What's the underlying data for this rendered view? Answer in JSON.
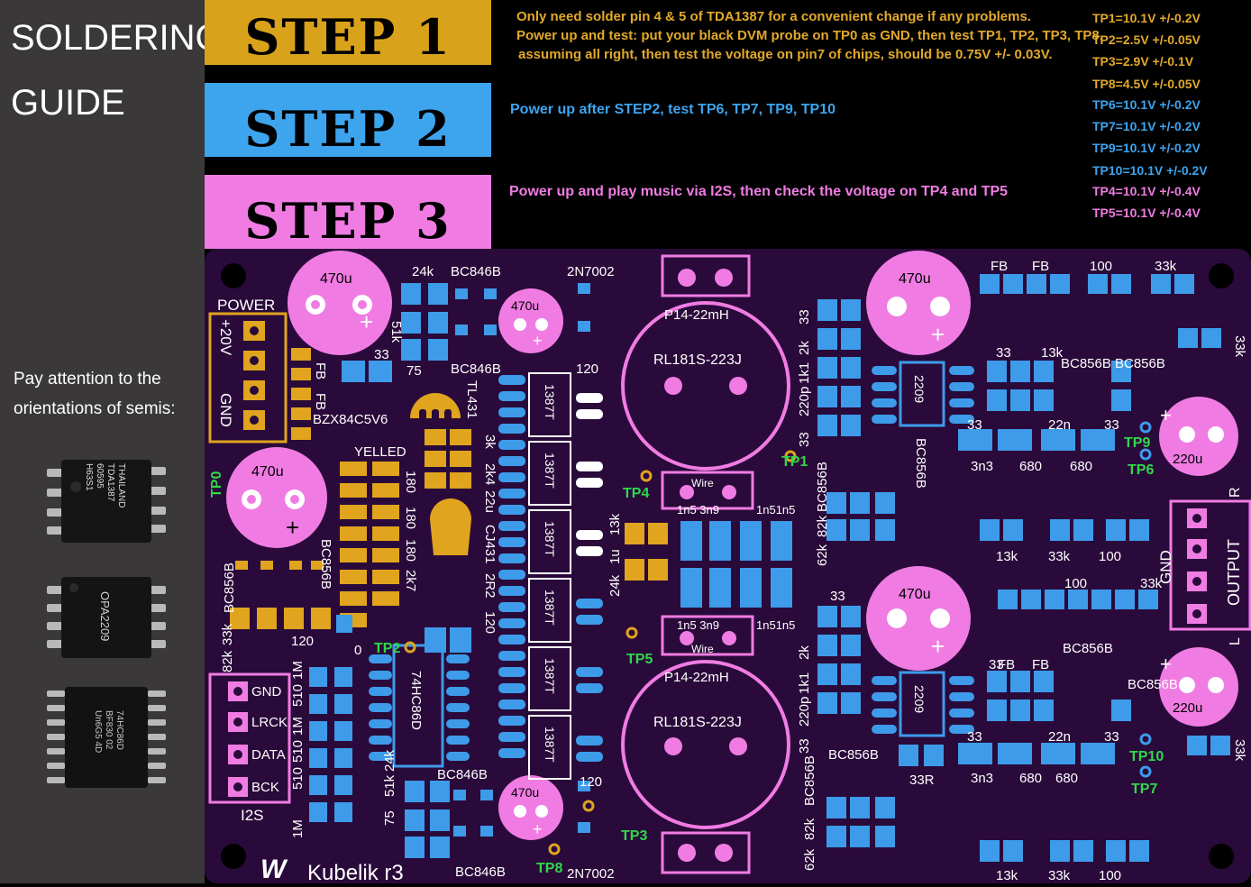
{
  "sidebar": {
    "title_line1": "SOLDERING",
    "title_line2": "GUIDE",
    "note_line1": "Pay attention to the",
    "note_line2": "orientations of semis:",
    "chips": [
      {
        "name": "TDA1387",
        "lines": [
          "THAILAND",
          "TDA1387",
          "60595",
          "H63S1"
        ]
      },
      {
        "name": "OPA2209",
        "lines": [
          "OPA2209"
        ]
      },
      {
        "name": "74HC86D",
        "lines": [
          "74HC86D",
          "BF830 02",
          "Un6G5 4D"
        ]
      }
    ]
  },
  "steps": [
    {
      "label": "STEP 1",
      "color": "#d9a21b",
      "note": [
        "Only need solder pin 4 & 5 of  TDA1387 for  a convenient  change if any problems.",
        "Power up and test:  put your black DVM probe on TP0  as GND, then test TP1, TP2, TP3, TP8,",
        "assuming all right, then test the voltage on pin7 of  chips, should be  0.75V +/- 0.03V."
      ],
      "note_color": "#e2a92a"
    },
    {
      "label": "STEP 2",
      "color": "#3da4ee",
      "note": [
        "Power up after STEP2,  test TP6, TP7, TP9, TP10"
      ],
      "note_color": "#3da4ee"
    },
    {
      "label": "STEP 3",
      "color": "#f07ce3",
      "note": [
        "Power up and play music via I2S, then check the voltage on TP4 and TP5"
      ],
      "note_color": "#f07ce3"
    }
  ],
  "tp_values": [
    {
      "text": "TP1=10.1V  +/-0.2V",
      "color": "#e2a92a"
    },
    {
      "text": "TP2=2.5V  +/-0.05V",
      "color": "#e2a92a"
    },
    {
      "text": "TP3=2.9V  +/-0.1V",
      "color": "#e2a92a"
    },
    {
      "text": "TP8=4.5V +/-0.05V",
      "color": "#e2a92a"
    },
    {
      "text": "TP6=10.1V +/-0.2V",
      "color": "#3da4ee"
    },
    {
      "text": "TP7=10.1V +/-0.2V",
      "color": "#3da4ee"
    },
    {
      "text": "TP9=10.1V +/-0.2V",
      "color": "#3da4ee"
    },
    {
      "text": "TP10=10.1V +/-0.2V",
      "color": "#3da4ee"
    },
    {
      "text": "TP4=10.1V +/-0.4V",
      "color": "#f07ce3"
    },
    {
      "text": "TP5=10.1V +/-0.4V",
      "color": "#f07ce3"
    }
  ],
  "board": {
    "background": "#2a0a3a",
    "silk": "#ffffff",
    "pad_blue": "#3d9bea",
    "pad_gold": "#e0a41e",
    "outline_pink": "#f07ce3",
    "tp_label_color": "#2fd84a",
    "labels": {
      "power": "POWER",
      "v20": "+20V",
      "gnd": "GND",
      "i2s": "I2S",
      "output": "OUTPUT",
      "i2s_pins": [
        "GND",
        "LRCK",
        "DATA",
        "BCK"
      ],
      "cap_470u": "470u",
      "cap_220u": "220u",
      "inductor_top": "P14-22mH",
      "inductor_part": "RL181S-223J",
      "chip_1387": "1387T",
      "chip_2209": "2209",
      "chip_hc86": "74HC86D",
      "bc846b": "BC846B",
      "bc856b": "BC856B",
      "n7002": "2N7002",
      "zener": "BZX84C5V6",
      "tl431": "TL431",
      "yelled": "YELLED",
      "wire": "Wire",
      "wire_values": "1n5  3n9",
      "cap_1n51n5": "1n51n5",
      "brand": "Kubelik  r3",
      "tp_labels": [
        "TP0",
        "TP1",
        "TP2",
        "TP3",
        "TP4",
        "TP5",
        "TP6",
        "TP7",
        "TP8",
        "TP9",
        "TP10"
      ],
      "values": [
        "24k",
        "51k",
        "33",
        "75",
        "FB",
        "120",
        "180",
        "2k7",
        "3k",
        "2k4",
        "22u",
        "13k",
        "1u",
        "24k",
        "2R2",
        "CJ431",
        "82k",
        "33k",
        "0",
        "1M",
        "510",
        "100",
        "22n",
        "680",
        "3n3",
        "33R",
        "1k1",
        "220p",
        "62k",
        "2k",
        "R",
        "L"
      ]
    }
  }
}
